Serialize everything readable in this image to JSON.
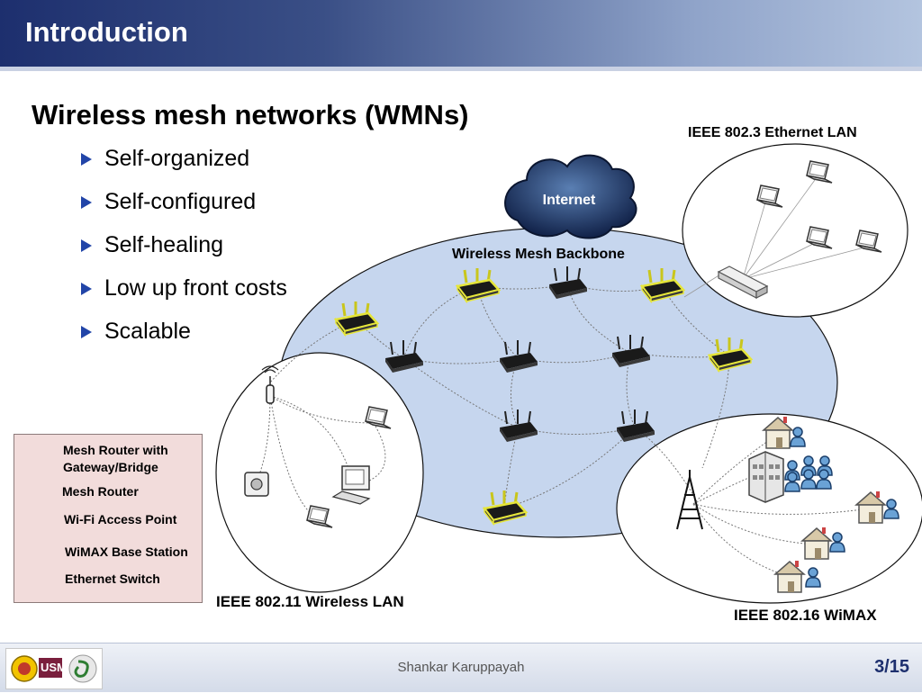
{
  "header": {
    "title": "Introduction"
  },
  "main": {
    "title": "Wireless mesh networks (WMNs)",
    "bullets": [
      "Self-organized",
      "Self-configured",
      "Self-healing",
      "Low up front costs",
      "Scalable"
    ]
  },
  "diagram": {
    "internet_label": "Internet",
    "backbone_label": "Wireless Mesh Backbone",
    "ethernet_lan_label": "IEEE 802.3 Ethernet LAN",
    "wireless_lan_label": "IEEE 802.11 Wireless LAN",
    "wimax_label": "IEEE 802.16 WiMAX"
  },
  "legend": {
    "mesh_gateway": "Mesh Router with Gateway/Bridge",
    "mesh_router": "Mesh Router",
    "wifi_ap": "Wi-Fi Access Point",
    "wimax_bs": "WiMAX Base Station",
    "ethernet_switch": "Ethernet Switch"
  },
  "footer": {
    "author": "Shankar Karuppayah",
    "page": "3/15",
    "logo_text": "USM"
  },
  "colors": {
    "header_dark": "#1d2f6e",
    "bullet": "#2245a8",
    "backbone_fill": "#c6d6ee",
    "legend_bg": "#f2dcdb",
    "gateway_ring": "#e6e63a"
  }
}
